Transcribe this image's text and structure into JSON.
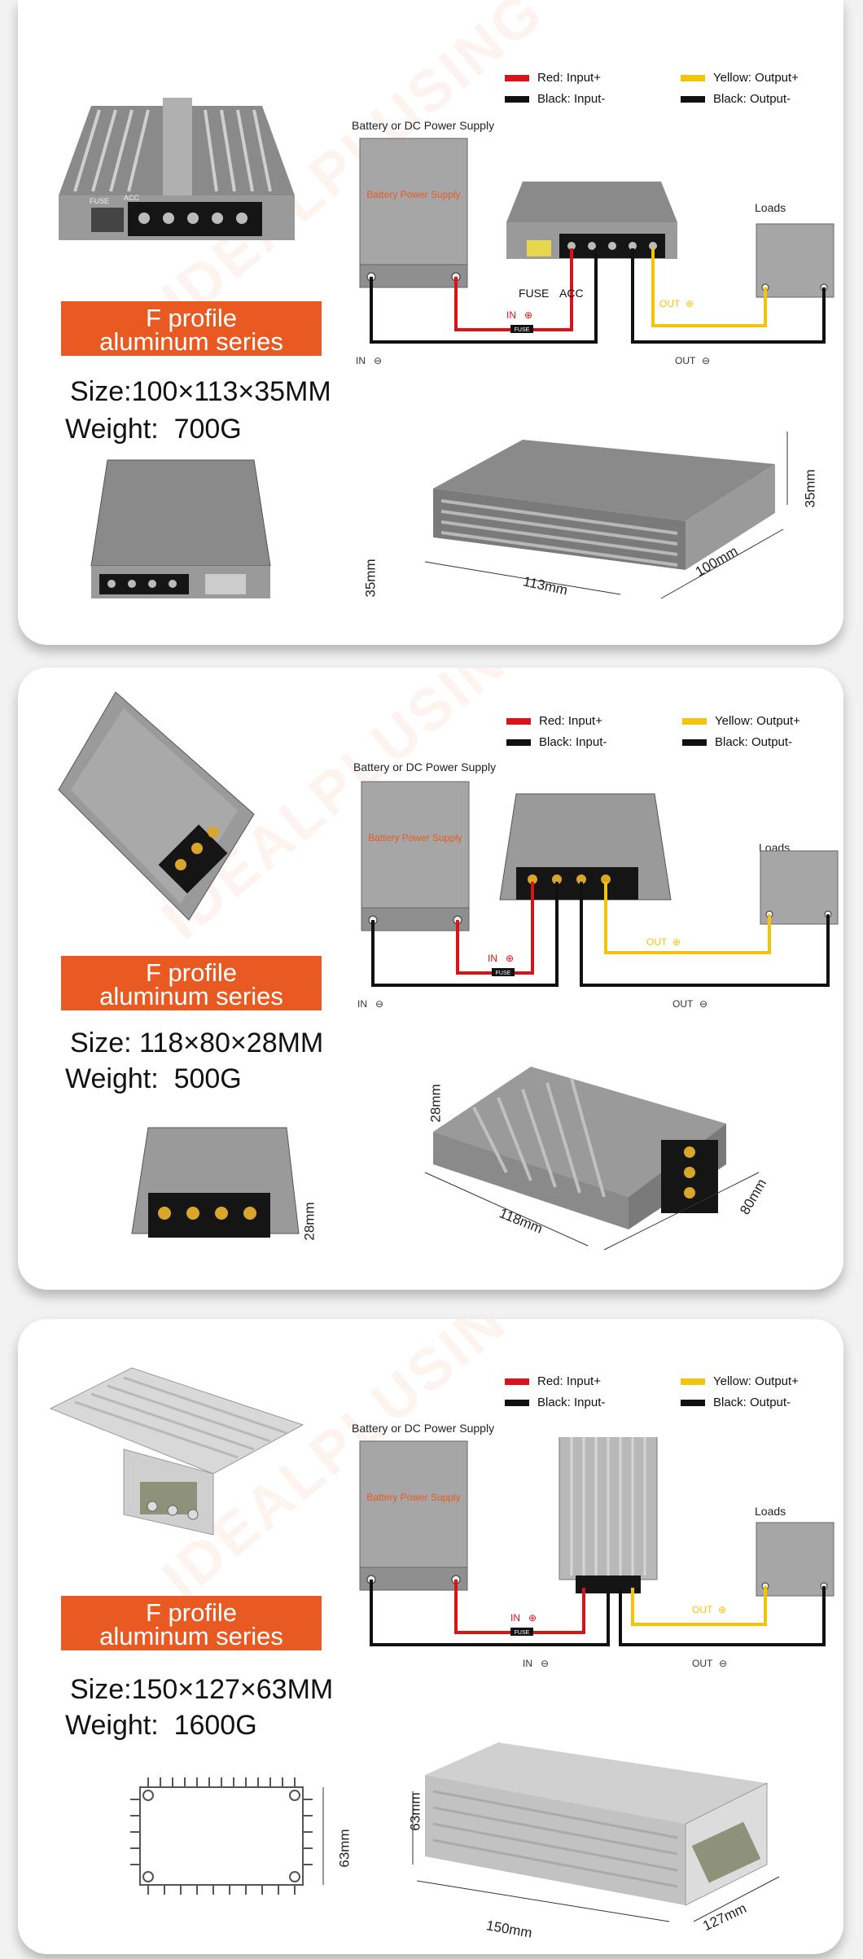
{
  "products": [
    {
      "banner_line1": "F profile",
      "banner_line2": "aluminum series",
      "size_prefix": "Size:",
      "size_value": "100×113×35MM",
      "weight_prefix": "Weight:",
      "weight_value": "700G",
      "dims": {
        "h": "35mm",
        "w": "113mm",
        "d": "100mm",
        "h2": "35mm"
      }
    },
    {
      "banner_line1": "F profile",
      "banner_line2": "aluminum series",
      "size_prefix": "Size:",
      "size_value": "118×80×28MM",
      "weight_prefix": "Weight:",
      "weight_value": "500G",
      "dims": {
        "h": "28mm",
        "w": "118mm",
        "d": "80mm",
        "h2": "28mm"
      }
    },
    {
      "banner_line1": "F profile",
      "banner_line2": "aluminum series",
      "size_prefix": "Size:",
      "size_value": "150×127×63MM",
      "weight_prefix": "Weight:",
      "weight_value": "1600G",
      "dims": {
        "h": "63mm",
        "w": "150mm",
        "d": "127mm",
        "h2": "63mm"
      }
    }
  ],
  "wiring": {
    "red": "Red: Input+",
    "black_in": "Black: Input-",
    "yellow": "Yellow: Output+",
    "black_out": "Black: Output-",
    "battery_title": "Battery or DC Power Supply",
    "battery_text": "Battery Power Supply",
    "loads": "Loads",
    "in_plus": "IN",
    "in_minus": "IN",
    "out_plus": "OUT",
    "out_minus": "OUT",
    "fuse_tag": "FUSE",
    "fuse": "FUSE",
    "acc": "ACC"
  },
  "watermark": "IDEALPLUSING",
  "colors": {
    "banner": "#e85a22",
    "red_wire": "#d8141a",
    "yellow_wire": "#f2c40c",
    "black_wire": "#111111"
  }
}
